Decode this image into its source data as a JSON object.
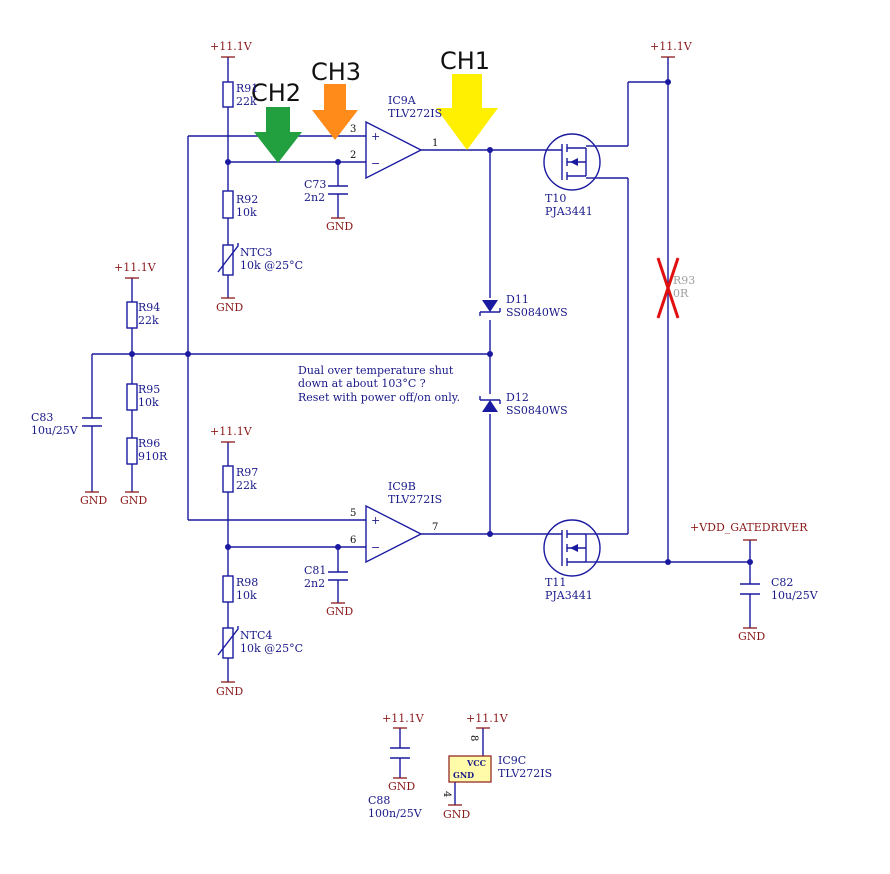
{
  "power": {
    "v1": "+11.1V",
    "vdd_gatedriver": "+VDD_GATEDRIVER",
    "gnd": "GND"
  },
  "probes": {
    "ch1": {
      "label": "CH1",
      "color": "#ffef00"
    },
    "ch2": {
      "label": "CH2",
      "color": "#22a040"
    },
    "ch3": {
      "label": "CH3",
      "color": "#ff8c1a"
    }
  },
  "components": {
    "r91": {
      "ref": "R91",
      "val": "22k"
    },
    "r92": {
      "ref": "R92",
      "val": "10k"
    },
    "ntc3": {
      "ref": "NTC3",
      "val": "10k @25°C"
    },
    "c73": {
      "ref": "C73",
      "val": "2n2"
    },
    "ic9a": {
      "ref": "IC9A",
      "val": "TLV272IS"
    },
    "ic9b": {
      "ref": "IC9B",
      "val": "TLV272IS"
    },
    "ic9c": {
      "ref": "IC9C",
      "val": "TLV272IS"
    },
    "r94": {
      "ref": "R94",
      "val": "22k"
    },
    "r95": {
      "ref": "R95",
      "val": "10k"
    },
    "r96": {
      "ref": "R96",
      "val": "910R"
    },
    "c83": {
      "ref": "C83",
      "val": "10u/25V"
    },
    "r97": {
      "ref": "R97",
      "val": "22k"
    },
    "r98": {
      "ref": "R98",
      "val": "10k"
    },
    "ntc4": {
      "ref": "NTC4",
      "val": "10k @25°C"
    },
    "c81": {
      "ref": "C81",
      "val": "2n2"
    },
    "d11": {
      "ref": "D11",
      "val": "SS0840WS"
    },
    "d12": {
      "ref": "D12",
      "val": "SS0840WS"
    },
    "t10": {
      "ref": "T10",
      "val": "PJA3441"
    },
    "t11": {
      "ref": "T11",
      "val": "PJA3441"
    },
    "r93": {
      "ref": "R93",
      "val": "0R"
    },
    "c82": {
      "ref": "C82",
      "val": "10u/25V"
    },
    "c88": {
      "ref": "C88",
      "val": "100n/25V"
    }
  },
  "pins": {
    "p1": "1",
    "p2": "2",
    "p3": "3",
    "p5": "5",
    "p6": "6",
    "p7": "7",
    "p4": "4",
    "p8": "8",
    "vcc": "VCC",
    "gnd": "GND"
  },
  "note": {
    "line1": "Dual over temperature shut",
    "line2": "down at about 103°C ?",
    "line3": "Reset with power off/on only."
  }
}
